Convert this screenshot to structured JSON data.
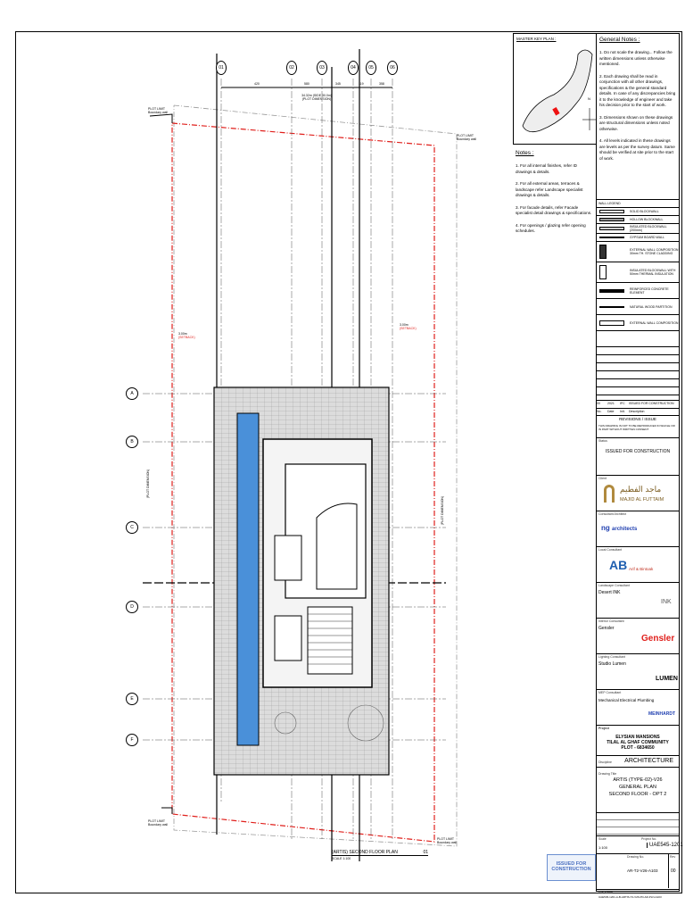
{
  "plan": {
    "title": "(ARTIS) SECOND FLOOR PLAN",
    "number": "01",
    "scale": "SCALE 1:100",
    "grid_rows": [
      "A",
      "B",
      "C",
      "D",
      "E",
      "F"
    ],
    "grid_cols": [
      "01",
      "02",
      "03",
      "04",
      "05",
      "06"
    ],
    "dims": [
      "420",
      "580",
      "345",
      "119",
      "358"
    ],
    "plot_dimension_top": "34.32m (SIDE 30.0m)",
    "plot_dimension_label": "(PLOT DIMENSION)",
    "plot_limit": "PLOT LIMIT",
    "boundary_wall": "Boundary wall",
    "setback_value": "3.00m",
    "setback_label": "(SETBACK)",
    "side_dim_left": "(PLOT DIMENSION)",
    "side_dim_right": "(PLOT DIMENSION)",
    "colors": {
      "plot_boundary": "#e0201c",
      "pool": "#4a90d9",
      "paving": "#d8d8d8"
    }
  },
  "keyplan": {
    "title": "MASTER KEY PLAN :",
    "north": "N",
    "highlight_color": "#ee1111"
  },
  "general_notes": {
    "title": "General Notes :",
    "items": [
      "1. Do not scale the drawing... Follow the written dimensions unless otherwise mentioned.",
      "2. Each drawing shall be read in conjunction with all other drawings, specifications & the general standard details. In case of any discrepancies bring it to the knowledge of engineer and take his decision prior to the start of work.",
      "3. Dimensions shown on these drawings are structural dimensions unless noted otherwise.",
      "4. All levels indicated in these drawings are levels as per the survey datum. Same should be verified at site prior to the start of work."
    ]
  },
  "notes": {
    "title": "Notes :",
    "items": [
      "1. For all internal finishes, refer ID drawings & details.",
      "2. For all external areas, terraces & landscape refer Landscape specialist drawings & details.",
      "3. For facade details, refer Facade specialist detail drawings & specifications.",
      "4. For openings / glazing refer opening schedules."
    ]
  },
  "legend": {
    "title": "WALL LEGEND",
    "items": [
      "SOLID BLOCKWALL",
      "HOLLOW BLOCKWALL",
      "INSULATED BLOCKWALL (200mm)",
      "GYPSUM BOARD WALL",
      "EXTERNAL WALL COMPOSITION 30mm TH. STONE CLADDING",
      "INSULATED BLOCKWALL WITH 50mm THERMAL INSULATION",
      "REINFORCED CONCRETE ELEMENT",
      "NATURAL WOOD PARTITION",
      "EXTERNAL WALL COMPOSITION"
    ]
  },
  "title_block": {
    "revision_row": [
      "00",
      "2021",
      "IFC",
      "ISSUED FOR CONSTRUCTION"
    ],
    "revision_headers": [
      "No.",
      "Date",
      "Init.",
      "Description"
    ],
    "revisions_label": "REVISIONS / ISSUE",
    "note": "THIS DRAWING IS NOT TO BE REPRODUCED IN WHOLE OR IN PART WITHOUT WRITTEN CONSENT",
    "status_label": "Status",
    "status": "ISSUED FOR CONSTRUCTION",
    "client_label": "Client",
    "client": "MAJID AL FUTTAIM",
    "client_arabic": "ماجد الفطيم",
    "consultant_label": "Consultant Architect",
    "consultant": "architects",
    "local_consultant_label": "Local Consultant",
    "local_consultant": "Arif & Bintoak",
    "landscape_label": "Landscape Consultant",
    "landscape": "Desert INK",
    "landscape_logo": "INK",
    "interior_label": "Interior Consultant",
    "interior": "Gensler",
    "interior_logo": "Gensler",
    "lighting_label": "Lighting Consultant",
    "lighting": "Studio Lumen",
    "lighting_logo": "LUMEN",
    "mep_label": "MEP Consultant",
    "mep": "Mechanical Electrical Plumbing",
    "mep_logo": "MEINHARDT",
    "project_label": "Project",
    "project": [
      "ELYSIAN MANSIONS",
      "TILAL AL GHAF COMMUNITY",
      "PLOT - 6834650"
    ],
    "discipline_label": "Discipline",
    "discipline": "ARCHITECTURE",
    "drawing_title_label": "Drawing Title",
    "drawing_title": [
      "ARTIS (TYPE-02)-V26",
      "GENERAL PLAN",
      "SECOND FLOOR - OPT 2"
    ],
    "project_no_label": "Project No.",
    "project_no": "UAE545-1201",
    "scale_label": "Scale",
    "scale": "1:100",
    "sheet_label": "Drawing No.",
    "sheet": "AR-T2-V26-A103",
    "rev_label": "Rev",
    "rev": "00",
    "file_label": "File Name",
    "file": "UAE545-1201-A-B-ARTIS-T2-V26-PD-AR-PLN-A103",
    "stamp": [
      "ISSUED FOR",
      "CONSTRUCTION"
    ]
  }
}
